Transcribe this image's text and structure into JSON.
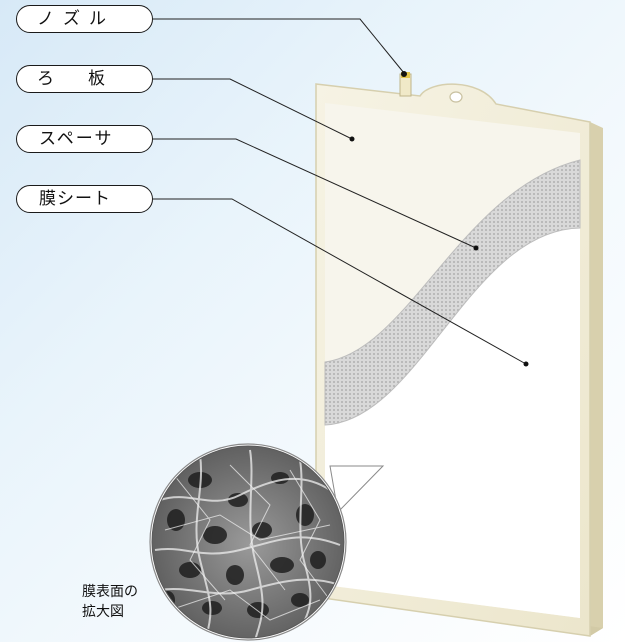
{
  "labels": {
    "nozzle": "ノズル",
    "plate": "ろ板",
    "spacer": "スペーサ",
    "membrane": "膜シート"
  },
  "caption": {
    "line1": "膜表面の",
    "line2": "拡大図"
  },
  "colors": {
    "plate": "#f2eedc",
    "plate_edge": "#dcd5b5",
    "membrane": "#ffffff",
    "spacer_mesh": "#c9c9c9",
    "nozzle": "#e3c64e",
    "background": "#dcecf8"
  }
}
